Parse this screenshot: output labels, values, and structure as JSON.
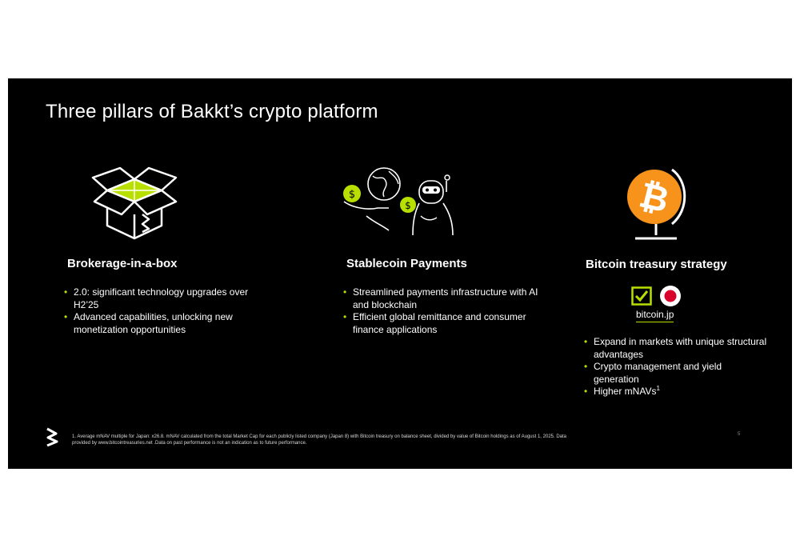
{
  "slide": {
    "title": "Three pillars of Bakkt’s crypto platform",
    "page_number": "5",
    "footnote": "1. Average mNAV multiple for Japan: x26.8. mNAV calculated from the total Market Cap for each publicly listed company (Japan 8) with Bitcoin treasury on balance sheet, divided by value of Bitcoin holdings as of August 1, 2025. Data provided by www.bitcointreasuries.net .Data on past performance is not an indication as to future performance."
  },
  "colors": {
    "accent": "#b7e000",
    "bitcoin_orange": "#f7931a",
    "background": "#000000"
  },
  "pillars": [
    {
      "icon": "open-box-icon",
      "heading": "Brokerage-in-a-box",
      "bullets": [
        "2.0: significant technology upgrades over H2’25",
        "Advanced capabilities, unlocking new monetization opportunities"
      ]
    },
    {
      "icon": "globe-robot-icon",
      "heading": "Stablecoin Payments",
      "bullets": [
        "Streamlined payments infrastructure with AI and blockchain",
        "Efficient global remittance and consumer finance applications"
      ]
    },
    {
      "icon": "bitcoin-globe-icon",
      "heading": "Bitcoin treasury strategy",
      "brand": "bitcoin.jp",
      "bullets": [
        "Expand in markets with unique structural advantages",
        "Crypto management and yield generation",
        "Higher mNAVs"
      ],
      "superscript": "1"
    }
  ]
}
